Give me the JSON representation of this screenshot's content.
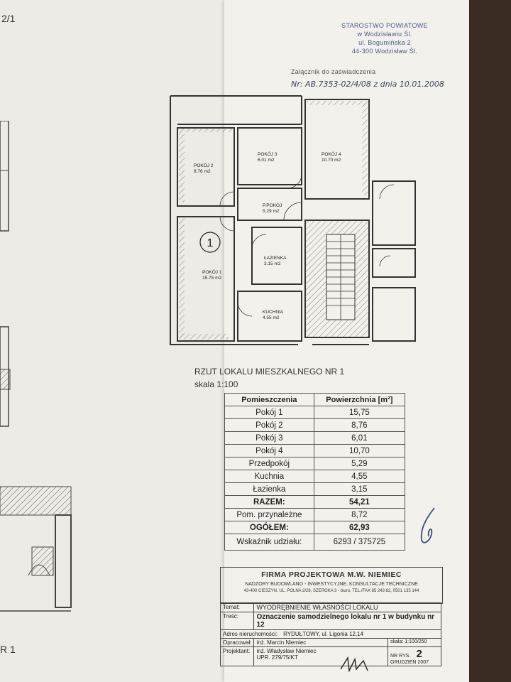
{
  "header": {
    "stamp_lines": [
      "STAROSTWO POWIATOWE",
      "w Wodzisławiu Śl.",
      "ul. Bogumińska 2",
      "44-300 Wodzisław Śl."
    ],
    "attachment_label": "Załącznik do zaświadczenia",
    "attachment_number": "Nr: AB.7353-02/4/08 z dnia 10.01.2008",
    "edge_left_top": "2/1",
    "edge_left_bottom": "R 1"
  },
  "plan": {
    "unit_number": "1",
    "rooms": [
      {
        "name": "POKÓJ 2",
        "area": "8.76 m2"
      },
      {
        "name": "POKÓJ 3",
        "area": "6.01 m2"
      },
      {
        "name": "POKÓJ 4",
        "area": "10.70 m2"
      },
      {
        "name": "P.POKÓJ",
        "area": "5.29 m2"
      },
      {
        "name": "ŁAZIENKA",
        "area": "3.15 m2"
      },
      {
        "name": "POKÓJ 1",
        "area": "15.75 m2"
      },
      {
        "name": "KUCHNIA",
        "area": "4.55 m2"
      }
    ]
  },
  "caption": {
    "title": "RZUT LOKALU MIESZKALNEGO NR 1",
    "scale": "skala 1:100"
  },
  "area_table": {
    "headers": [
      "Pomieszczenia",
      "Powierzchnia [m²]"
    ],
    "rows": [
      {
        "name": "Pokój 1",
        "value": "15,75"
      },
      {
        "name": "Pokój 2",
        "value": "8,76"
      },
      {
        "name": "Pokój 3",
        "value": "6,01"
      },
      {
        "name": "Pokój 4",
        "value": "10,70"
      },
      {
        "name": "Przedpokój",
        "value": "5,29"
      },
      {
        "name": "Kuchnia",
        "value": "4,55"
      },
      {
        "name": "Łazienka",
        "value": "3,15"
      },
      {
        "name": "RAZEM:",
        "value": "54,21"
      },
      {
        "name": "Pom. przynależne",
        "value": "8,72"
      },
      {
        "name": "OGÓŁEM:",
        "value": "62,93"
      },
      {
        "name": "Wskaźnik udziału:",
        "value": "6293 / 375725"
      }
    ]
  },
  "title_block": {
    "firm": "FIRMA PROJEKTOWA M.W. NIEMIEC",
    "sub1": "NADZORY BUDOWLANO - INWESTYCYJNE, KONSULTACJE TECHNICZNE",
    "sub2": "43-400 CIESZYN, UL. POLNA 2/28, SZEROKA 3 - biuro, TEL./FAX 85 243 82, 0501 135 144",
    "temat_label": "Temat:",
    "temat": "WYODRĘBNIENIE WŁASNOŚCI LOKALU",
    "tresc_label": "Treść:",
    "tresc": "Oznaczenie samodzielnego lokalu nr 1 w budynku nr 12",
    "adres_label": "Adres nieruchomości:",
    "adres": "RYDUŁTOWY, ul. Ligonia 12,14",
    "opracowal_label": "Opracował:",
    "opracowal": "inż. Marcin Niemiec",
    "projektant_label": "Projektant:",
    "projektant": "inż. Władysław Niemiec",
    "uprawnienia": "UPR. 279/75/KT",
    "skala": "skala: 1:100/250",
    "nr_label": "NR RYS.",
    "nr": "2",
    "data": "GRUDZIEŃ 2007"
  }
}
